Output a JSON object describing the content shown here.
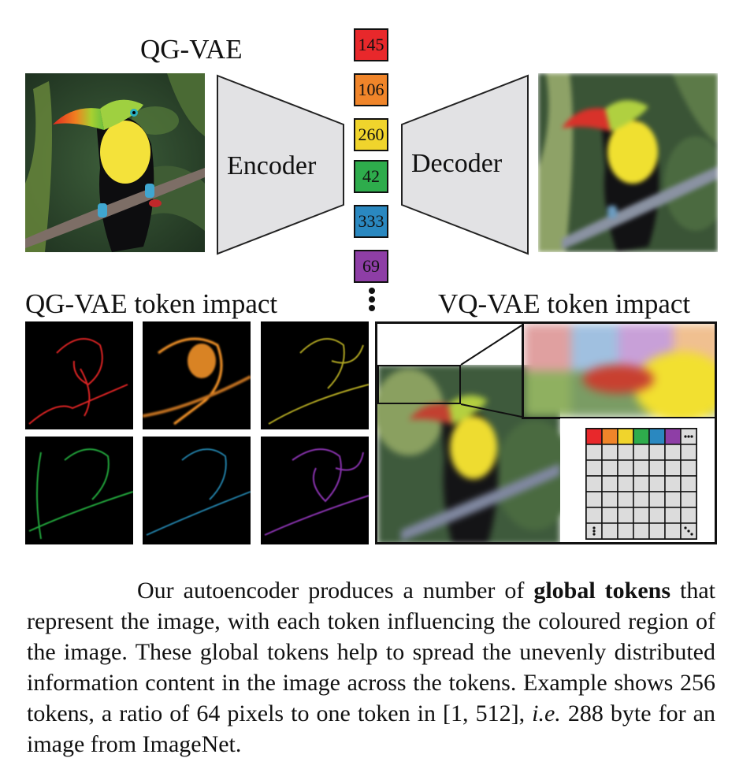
{
  "figure": {
    "title_top": "QG-VAE",
    "encoder_label": "Encoder",
    "decoder_label": "Decoder",
    "tokens": [
      {
        "value": "145",
        "color": "#e8282b"
      },
      {
        "value": "106",
        "color": "#f0852a"
      },
      {
        "value": "260",
        "color": "#f0d42c"
      },
      {
        "value": "42",
        "color": "#2eac4c"
      },
      {
        "value": "333",
        "color": "#2a88c0"
      },
      {
        "value": "69",
        "color": "#8e3ea6"
      }
    ],
    "qg_impact_label": "QG-VAE token impact",
    "vq_impact_label": "VQ-VAE token impact",
    "impact_colors": [
      "#ff2a2a",
      "#ff9a2a",
      "#d8cc2a",
      "#2acc4a",
      "#2a9ccc",
      "#a03ccc"
    ]
  },
  "caption": {
    "part1": "Our autoencoder produces a number of ",
    "bold": "global tokens",
    "part2": " that represent the image, with each token influencing the coloured region of the image. These global tokens help to spread the un­evenly distributed information content in the image across the to­kens. Example shows ",
    "num_tokens": "256",
    "part3": " tokens, a ratio of ",
    "ratio": "64",
    "part4": " pixels to one token in ",
    "range": "[1, 512]",
    "part5": ", ",
    "ie": "i.e.",
    "part6": " ",
    "bytes": "288",
    "part7": " byte for an image from ImageNet."
  }
}
